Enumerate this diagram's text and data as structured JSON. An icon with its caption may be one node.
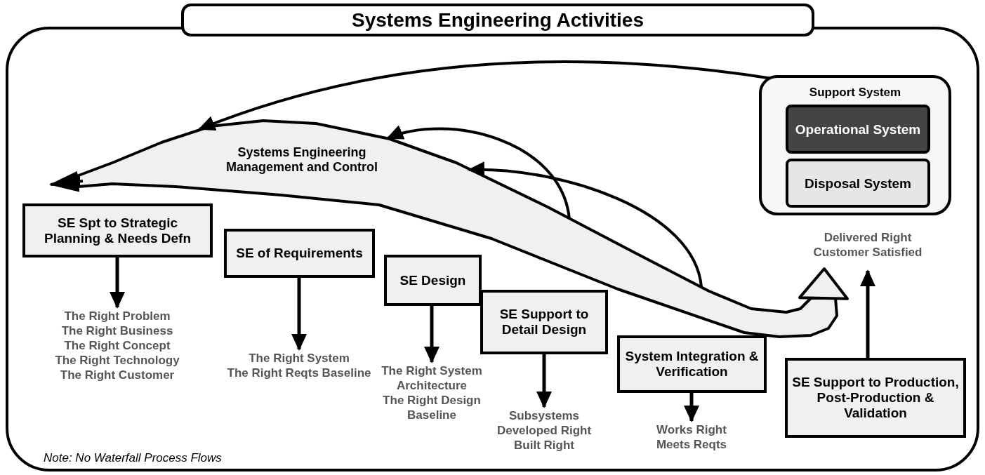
{
  "diagram": {
    "title": "Systems Engineering Activities",
    "nodes": [
      {
        "text": [
          "SE Spt to Strategic Planning & Needs Defn"
        ]
      },
      {
        "text": [
          "SE of Requirements"
        ]
      },
      {
        "text": [
          "SE Design"
        ]
      },
      {
        "text": [
          "SE Support to Detail Design"
        ]
      },
      {
        "text": [
          "System Integration & Verification"
        ]
      },
      {
        "text": [
          "SE Support to Production, Post-Production & Validation"
        ]
      },
      {
        "text": [
          "Support System"
        ]
      },
      {
        "text": [
          "Operational System"
        ],
        "in": 6
      },
      {
        "text": [
          "Disposal System"
        ],
        "in": 6
      },
      {
        "text": [
          "The Right Problem",
          "The Right Business",
          "The Right Concept",
          "The Right Technology",
          "The Right Customer"
        ]
      },
      {
        "text": [
          "The Right System",
          "The Right Reqts Baseline"
        ]
      },
      {
        "text": [
          "The Right System Architecture",
          "The Right Design Baseline"
        ]
      },
      {
        "text": [
          "Subsystems Developed Right",
          "Built Right"
        ]
      },
      {
        "text": [
          "Works Right",
          "Meets Reqts"
        ]
      },
      {
        "text": [
          "Delivered Right",
          "Customer Satisfied"
        ]
      },
      {
        "text": [
          "Systems Engineering Management and Control"
        ]
      }
    ],
    "edges": [
      {
        "from": 15,
        "to": 0,
        "arrow": "to"
      },
      {
        "from": 15,
        "to": 14,
        "arrow": "to"
      },
      {
        "from": 6,
        "to": 15,
        "arrow": "to"
      },
      {
        "from": 15,
        "to": 15,
        "arrow": "to"
      },
      {
        "from": 15,
        "to": 15,
        "arrow": "to"
      },
      {
        "from": 0,
        "to": 9,
        "arrow": "to"
      },
      {
        "from": 1,
        "to": 10,
        "arrow": "to"
      },
      {
        "from": 2,
        "to": 11,
        "arrow": "to"
      },
      {
        "from": 3,
        "to": 12,
        "arrow": "to"
      },
      {
        "from": 4,
        "to": 13,
        "arrow": "to"
      },
      {
        "from": 5,
        "to": 14,
        "arrow": "to"
      }
    ],
    "labels": [
      "Note:  No Waterfall Process Flows"
    ]
  }
}
